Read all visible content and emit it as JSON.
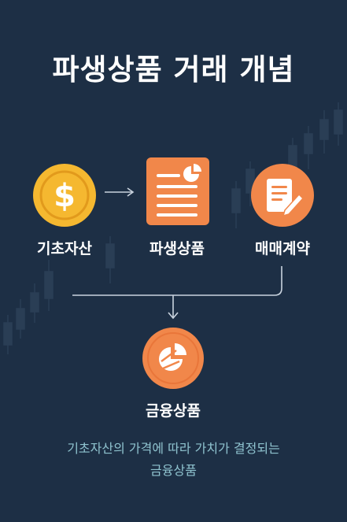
{
  "title": "파생상품 거래 개념",
  "nodes": {
    "underlying": {
      "label": "기초자산",
      "icon": "dollar-coin-icon"
    },
    "derivative": {
      "label": "파생상품",
      "icon": "document-chart-icon"
    },
    "contract": {
      "label": "매매계약",
      "icon": "contract-pen-icon"
    },
    "product": {
      "label": "금융상품",
      "icon": "pie-chart-icon"
    }
  },
  "caption": {
    "line1": "기초자산의 가격에 따라 가치가 결정되는",
    "line2": "금융상품"
  },
  "colors": {
    "background": "#1d2f45",
    "coin": "#f5b830",
    "accent_orange": "#f1874a",
    "caption_text": "#8fc3cf",
    "connector": "#c9d3de"
  }
}
